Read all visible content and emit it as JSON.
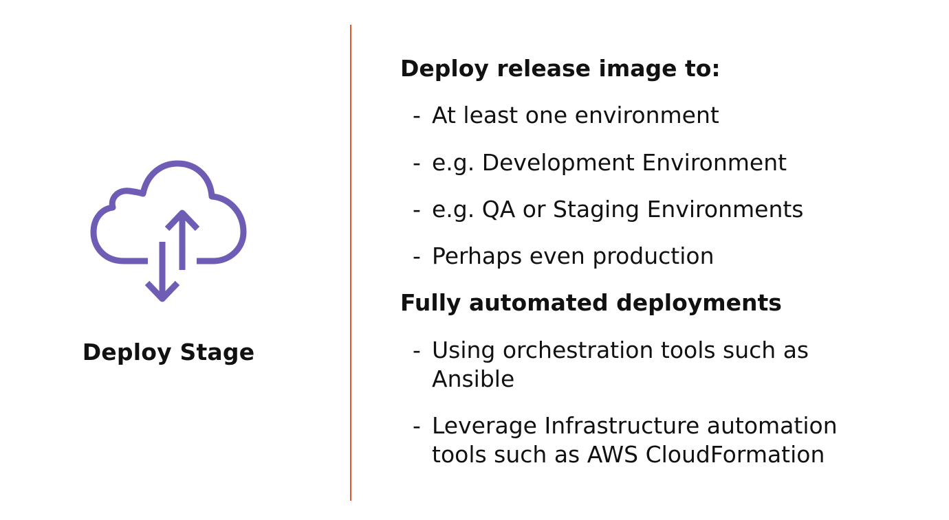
{
  "colors": {
    "icon": "#6f5db5",
    "divider": "#e4572e",
    "text": "#111111"
  },
  "left": {
    "icon": "cloud-upload-download-icon",
    "title": "Deploy Stage"
  },
  "right": {
    "bullet": "-",
    "sections": [
      {
        "heading": "Deploy release image to:",
        "items": [
          "At least one environment",
          "e.g. Development Environment",
          "e.g. QA or Staging Environments",
          "Perhaps even production"
        ]
      },
      {
        "heading": "Fully automated deployments",
        "items": [
          "Using orchestration tools such as Ansible",
          "Leverage Infrastructure automation tools such as AWS CloudFormation"
        ]
      }
    ]
  }
}
